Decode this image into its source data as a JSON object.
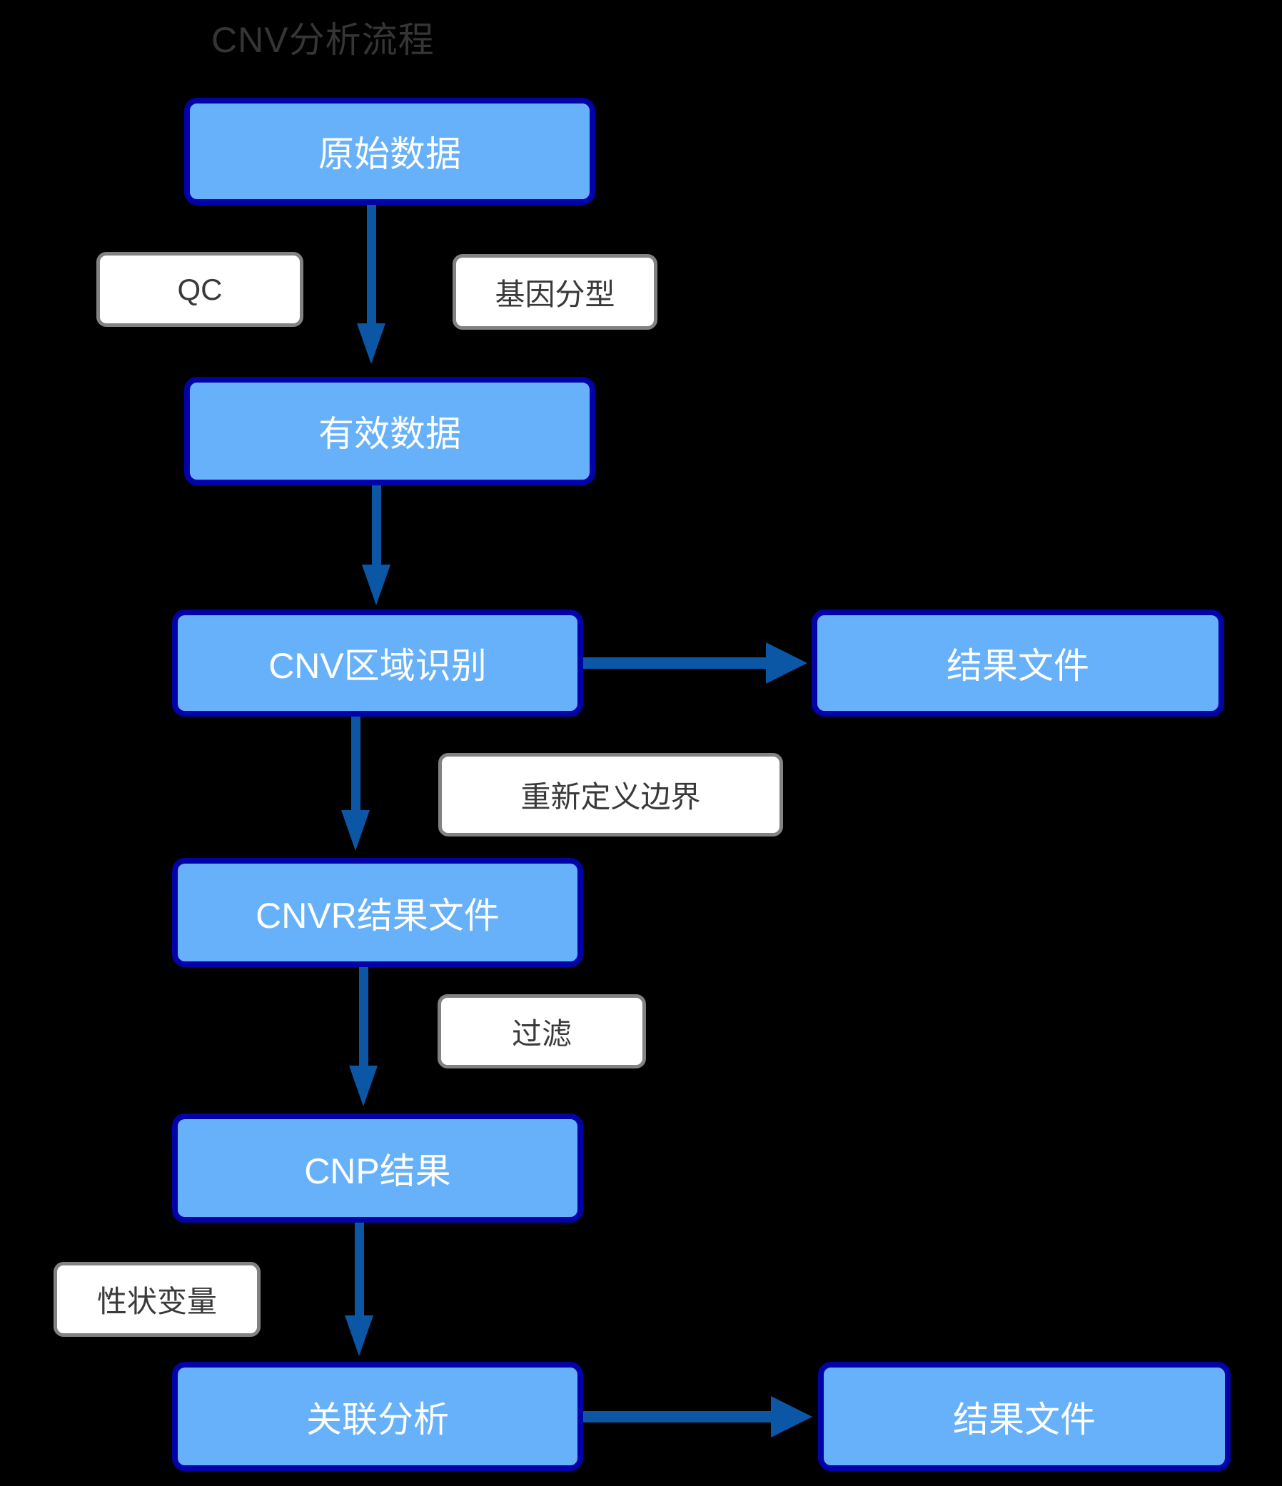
{
  "title": "CNV分析流程",
  "colors": {
    "background": "#000000",
    "node_fill": "#67b0fa",
    "node_border": "#0102a8",
    "node_text": "#ffffff",
    "label_fill": "#ffffff",
    "label_border": "#828282",
    "label_text": "#3a3a3a",
    "arrow": "#0b57a6",
    "title_text": "#353535"
  },
  "nodes": [
    {
      "id": "raw-data",
      "label": "原始数据"
    },
    {
      "id": "valid-data",
      "label": "有效数据"
    },
    {
      "id": "cnv-region-detection",
      "label": "CNV区域识别"
    },
    {
      "id": "result-file-top",
      "label": "结果文件"
    },
    {
      "id": "cnvr-result-file",
      "label": "CNVR结果文件"
    },
    {
      "id": "cnp-result",
      "label": "CNP结果"
    },
    {
      "id": "association-analysis",
      "label": "关联分析"
    },
    {
      "id": "result-file-bottom",
      "label": "结果文件"
    }
  ],
  "edge_labels": [
    {
      "id": "qc",
      "label": "QC"
    },
    {
      "id": "genotyping",
      "label": "基因分型"
    },
    {
      "id": "redefine-boundary",
      "label": "重新定义边界"
    },
    {
      "id": "filter",
      "label": "过滤"
    },
    {
      "id": "trait-variable",
      "label": "性状变量"
    }
  ]
}
